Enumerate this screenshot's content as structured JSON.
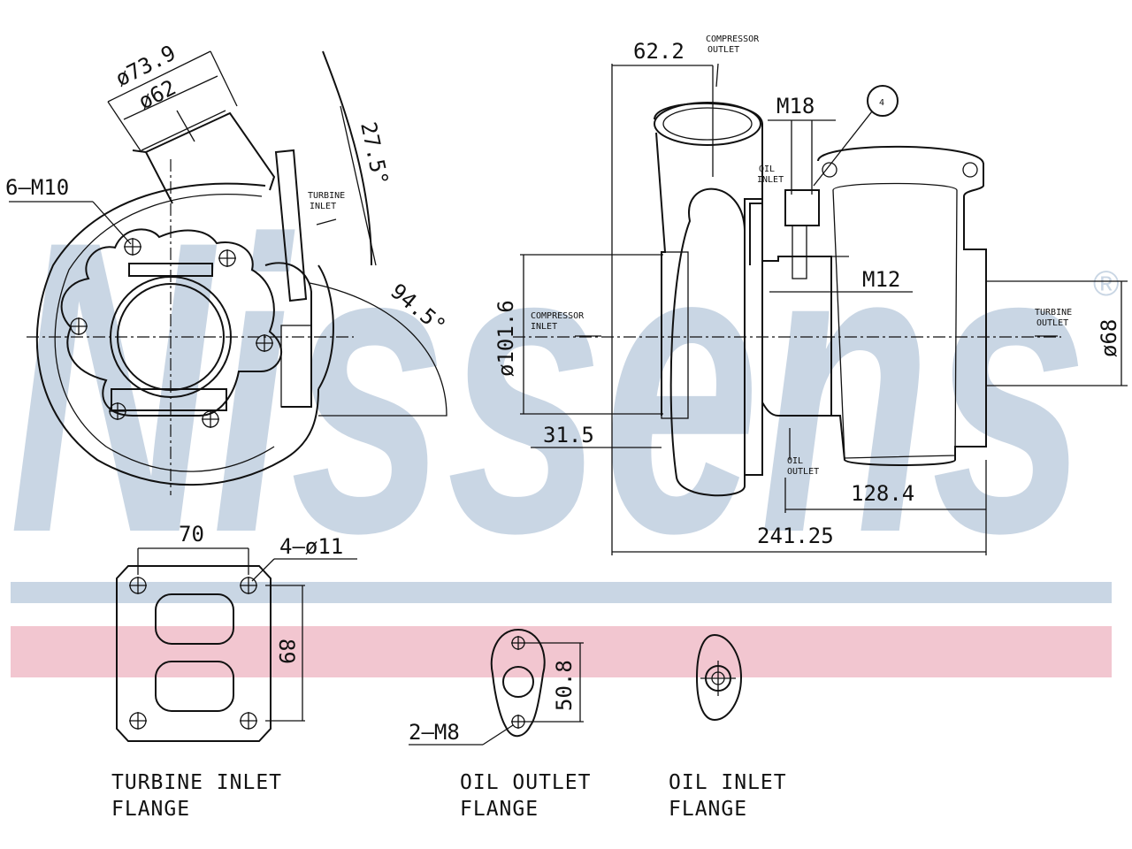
{
  "watermark": {
    "brand": "Nissens",
    "registered_mark": "®",
    "colors": {
      "blue_text": "#c9d6e4",
      "blue_band": "#c9d6e4",
      "pink_band": "#f2c6d0"
    }
  },
  "dimensions": {
    "d73_9": "ø73.9",
    "d62": "ø62",
    "r27_5": "27.5°",
    "m10": "6–M10",
    "r94_5": "94.5°",
    "d62_2": "62.2",
    "m18": "M18",
    "m12": "M12",
    "d101_6": "ø101.6",
    "d68": "ø68",
    "d31_5": "31.5",
    "d128_4": "128.4",
    "d241_25": "241.25",
    "d70": "70",
    "holes": "4–ø11",
    "d89": "89",
    "d50_8": "50.8",
    "m8": "2–M8",
    "item": "4"
  },
  "labels": {
    "turbine_inlet_1": "TURBINE",
    "turbine_inlet_2": "INLET",
    "compressor_outlet_1": "COMPRESSOR",
    "compressor_outlet_2": "OUTLET",
    "oil_inlet_1": "OIL",
    "oil_inlet_2": "INLET",
    "compressor_inlet_1": "COMPRESSOR",
    "compressor_inlet_2": "INLET",
    "turbine_outlet_1": "TURBINE",
    "turbine_outlet_2": "OUTLET",
    "oil_outlet_1": "OIL",
    "oil_outlet_2": "OUTLET"
  },
  "captions": {
    "turbine_flange_1": "TURBINE  INLET",
    "turbine_flange_2": "FLANGE",
    "oil_outlet_flange_1": "OIL  OUTLET",
    "oil_outlet_flange_2": "FLANGE",
    "oil_inlet_flange_1": "OIL  INLET",
    "oil_inlet_flange_2": "FLANGE"
  }
}
